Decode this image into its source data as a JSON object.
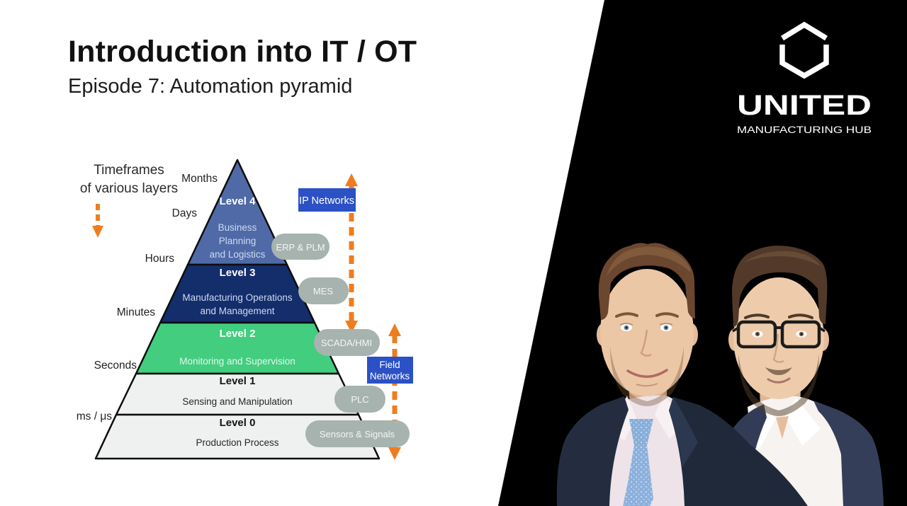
{
  "slide": {
    "title": "Introduction into IT / OT",
    "subtitle": "Episode 7: Automation pyramid"
  },
  "brand": {
    "logo_icon": "hexagon-outline",
    "name": "UNITED",
    "tagline": "MANUFACTURING HUB"
  },
  "diagram": {
    "timeframes": {
      "line1": "Timeframes",
      "line2": "of various layers"
    },
    "time_labels": [
      "Months",
      "Days",
      "Hours",
      "Minutes",
      "Seconds",
      "ms / μs"
    ],
    "levels": [
      {
        "name": "Level 4",
        "desc": [
          "Business",
          "Planning",
          "and Logistics"
        ],
        "color": "#4f6aa6"
      },
      {
        "name": "Level 3",
        "desc": [
          "Manufacturing Operations",
          "and Management"
        ],
        "color": "#142d6b"
      },
      {
        "name": "Level 2",
        "desc": [
          "Monitoring and Supervision"
        ],
        "color": "#42cd7f"
      },
      {
        "name": "Level 1",
        "desc": [
          "Sensing and Manipulation"
        ],
        "color": "#eef1f0"
      },
      {
        "name": "Level 0",
        "desc": [
          "Production Process"
        ],
        "color": "#eef1f0"
      }
    ],
    "badges": [
      "ERP & PLM",
      "MES",
      "SCADA/HMI",
      "PLC",
      "Sensors & Signals"
    ],
    "networks": {
      "ip": "IP Networks",
      "field_line1": "Field",
      "field_line2": "Networks"
    },
    "colors": {
      "orange": "#ef7d1f",
      "badge_gray": "#a6b3af",
      "network_blue": "#2b51c5",
      "outline": "#0d0d0d",
      "background_right": "#000000"
    }
  }
}
